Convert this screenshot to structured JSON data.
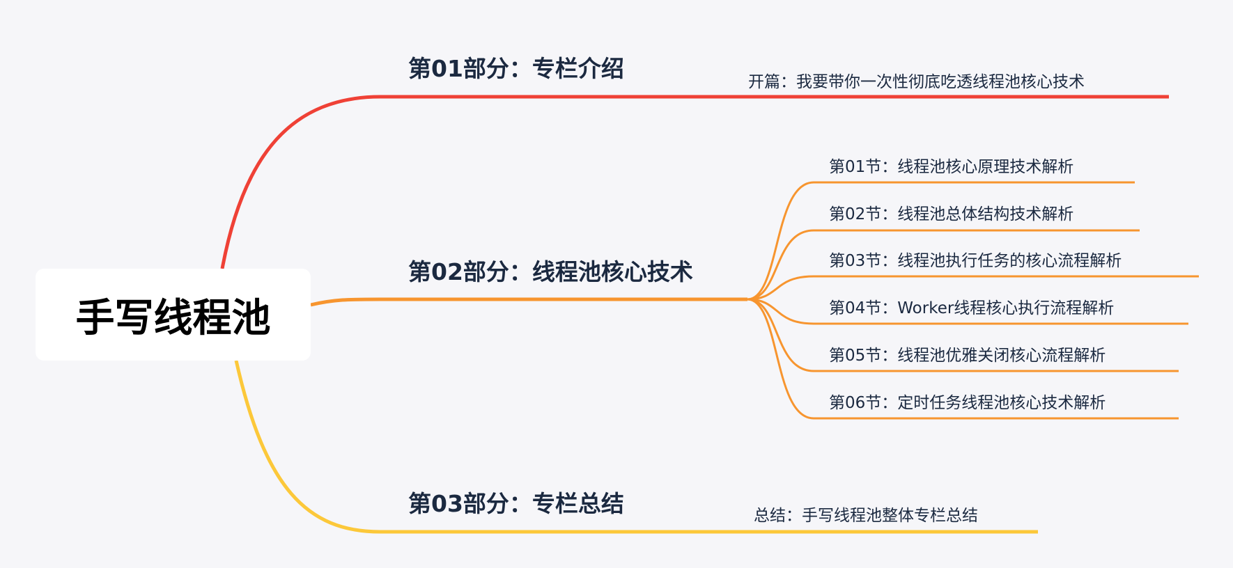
{
  "root": {
    "label": "手写线程池"
  },
  "colors": {
    "part1": "#ef4136",
    "part2": "#f7952f",
    "part3": "#fcc83a",
    "background": "#f6f6f9",
    "text": "#1b2940"
  },
  "parts": [
    {
      "title": "第01部分：专栏介绍",
      "children": [
        "开篇：我要带你一次性彻底吃透线程池核心技术"
      ]
    },
    {
      "title": "第02部分：线程池核心技术",
      "children": [
        "第01节：线程池核心原理技术解析",
        "第02节：线程池总体结构技术解析",
        "第03节：线程池执行任务的核心流程解析",
        "第04节：Worker线程核心执行流程解析",
        "第05节：线程池优雅关闭核心流程解析",
        "第06节：定时任务线程池核心技术解析"
      ]
    },
    {
      "title": "第03部分：专栏总结",
      "children": [
        "总结：手写线程池整体专栏总结"
      ]
    }
  ]
}
